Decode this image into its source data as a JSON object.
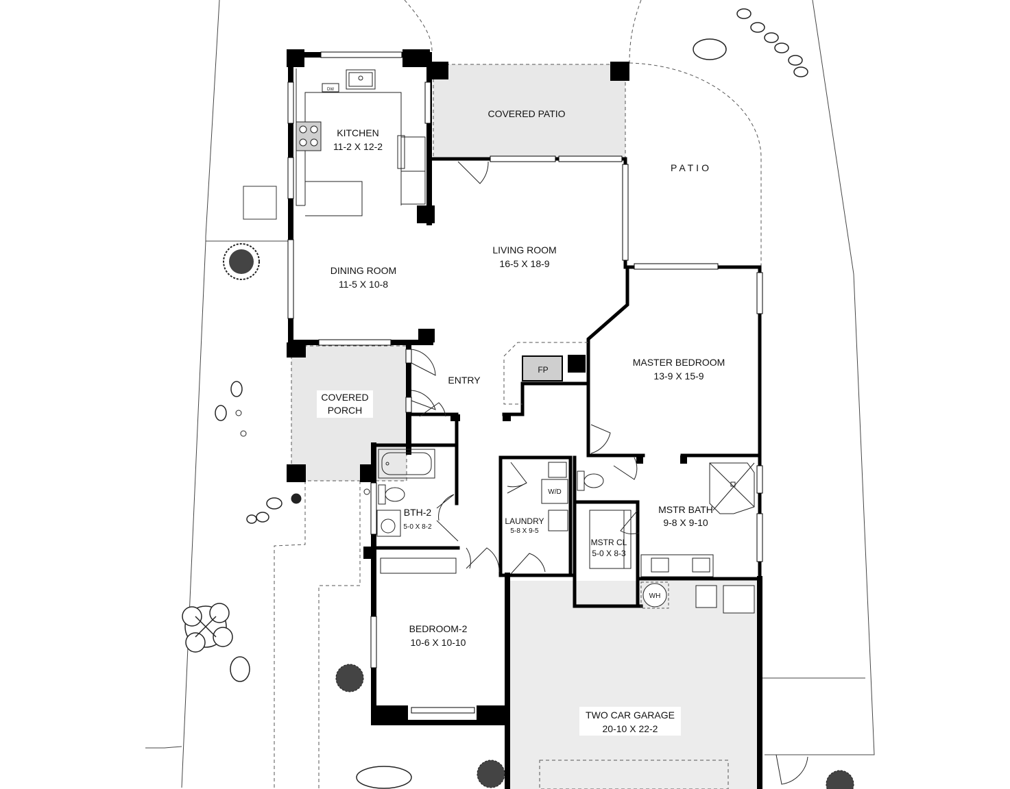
{
  "colors": {
    "wall": "#000000",
    "covered_fill": "#e8e8e8",
    "garage_fill": "#ececec",
    "line": "#333333",
    "background": "#ffffff"
  },
  "rooms": {
    "kitchen": {
      "name": "KITCHEN",
      "dims": "11-2 X 12-2"
    },
    "covered_patio": {
      "name": "COVERED PATIO"
    },
    "patio": {
      "name": "PATIO"
    },
    "living_room": {
      "name": "LIVING ROOM",
      "dims": "16-5  X  18-9"
    },
    "dining_room": {
      "name": "DINING ROOM",
      "dims": "11-5  X  10-8"
    },
    "entry": {
      "name": "ENTRY"
    },
    "covered_porch": {
      "name_line1": "COVERED",
      "name_line2": "PORCH"
    },
    "master_bedroom": {
      "name": "MASTER BEDROOM",
      "dims": "13-9  X  15-9"
    },
    "fireplace": {
      "name": "FP"
    },
    "laundry": {
      "name": "LAUNDRY",
      "dims": "5-8 X 9-5"
    },
    "washer_dryer": {
      "name": "W/D"
    },
    "bath2": {
      "name": "BTH-2",
      "dims": "5-0 X 8-2"
    },
    "master_bath": {
      "name": "MSTR BATH",
      "dims": "9-8  X  9-10"
    },
    "master_closet": {
      "name": "MSTR CL",
      "dims": "5-0 X 8-3"
    },
    "water_heater": {
      "name": "WH"
    },
    "bedroom2": {
      "name": "BEDROOM-2",
      "dims": "10-6 X 10-10"
    },
    "garage": {
      "name": "TWO CAR GARAGE",
      "dims": "20-10  X  22-2"
    }
  },
  "appliances": {
    "dishwasher": {
      "name": "DW"
    }
  }
}
